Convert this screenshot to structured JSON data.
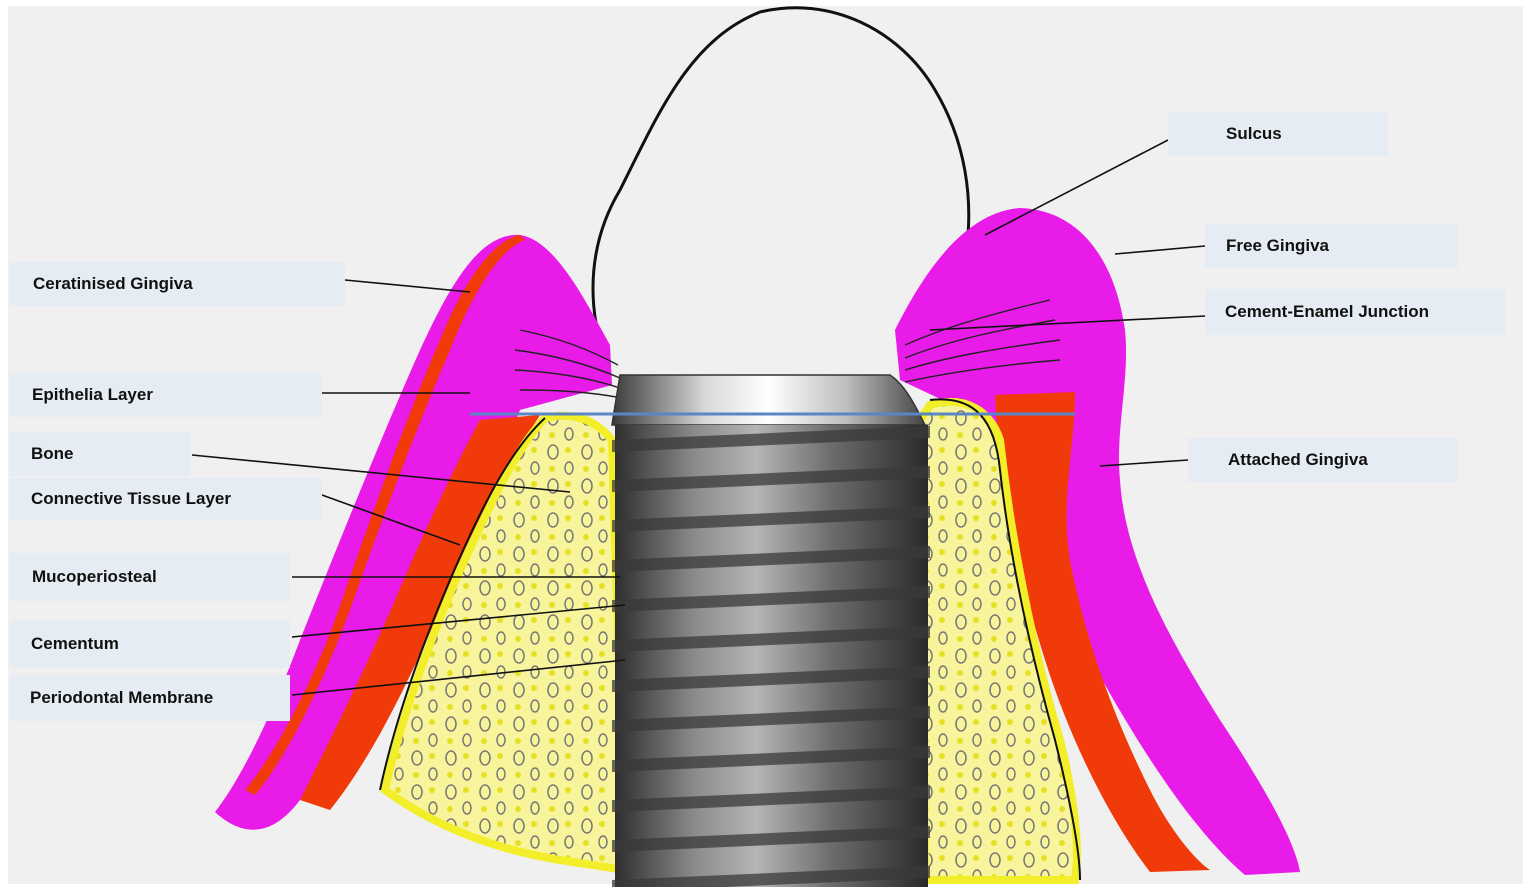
{
  "diagram": {
    "left_labels": [
      {
        "id": "ceratinised-gingiva",
        "text": "Ceratinised Gingiva"
      },
      {
        "id": "epithelia-layer",
        "text": "Epithelia Layer"
      },
      {
        "id": "bone",
        "text": "Bone"
      },
      {
        "id": "connective-tissue-layer",
        "text": "Connective Tissue Layer"
      },
      {
        "id": "mucoperiosteal",
        "text": "Mucoperiosteal"
      },
      {
        "id": "cementum",
        "text": "Cementum"
      },
      {
        "id": "periodontal-membrane",
        "text": "Periodontal Membrane"
      }
    ],
    "right_labels": [
      {
        "id": "sulcus",
        "text": "Sulcus"
      },
      {
        "id": "free-gingiva",
        "text": "Free Gingiva"
      },
      {
        "id": "cement-enamel-junction",
        "text": "Cement-Enamel Junction"
      },
      {
        "id": "attached-gingiva",
        "text": "Attached Gingiva"
      }
    ],
    "colors": {
      "gingiva": "#e81be8",
      "connective": "#f03a0a",
      "bone": "#f2ee2a",
      "bone_light": "#f7f49c",
      "implant": "#6f6f6f",
      "implant_dark": "#3d3d3d",
      "collar_light": "#e8e8e8",
      "reference_line": "#5b86c6",
      "label_bg": "#e6ecf3",
      "outline": "#111111"
    }
  }
}
